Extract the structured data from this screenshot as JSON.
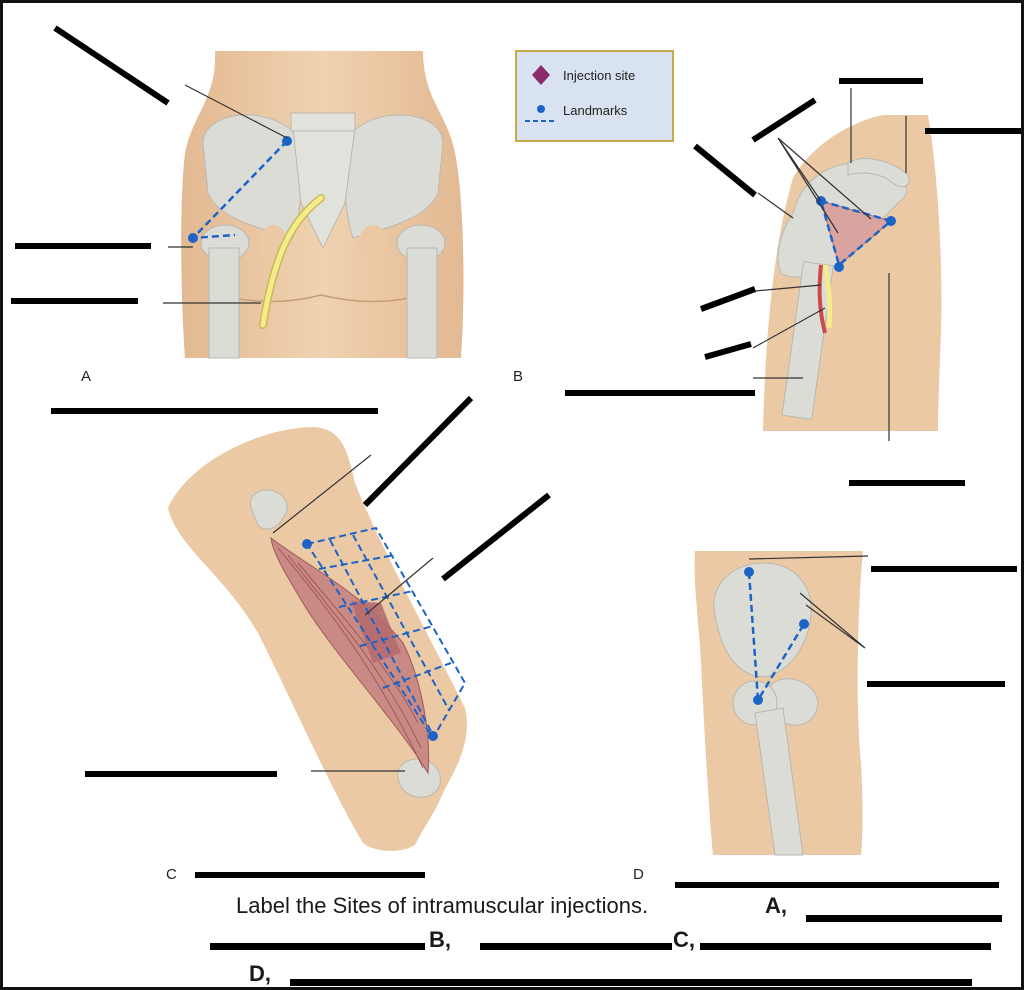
{
  "legend": {
    "injection_site": "Injection site",
    "landmarks": "Landmarks"
  },
  "panels": {
    "a": "A",
    "b": "B",
    "c": "C",
    "d": "D"
  },
  "caption": {
    "text": "Label the Sites of intramuscular injections.",
    "a": "A,",
    "b": "B,",
    "c": "C,",
    "d": "D,"
  },
  "colors": {
    "skin": "#eac9a4",
    "bone": "#dcdcd7",
    "landmark": "#1c63c8",
    "injection_site": "#8b2b6b",
    "muscle": "#c98a85",
    "nerve": "#f4ec8a"
  },
  "icons": {
    "injection_site": "diamond",
    "landmark": "dot-dashed"
  }
}
